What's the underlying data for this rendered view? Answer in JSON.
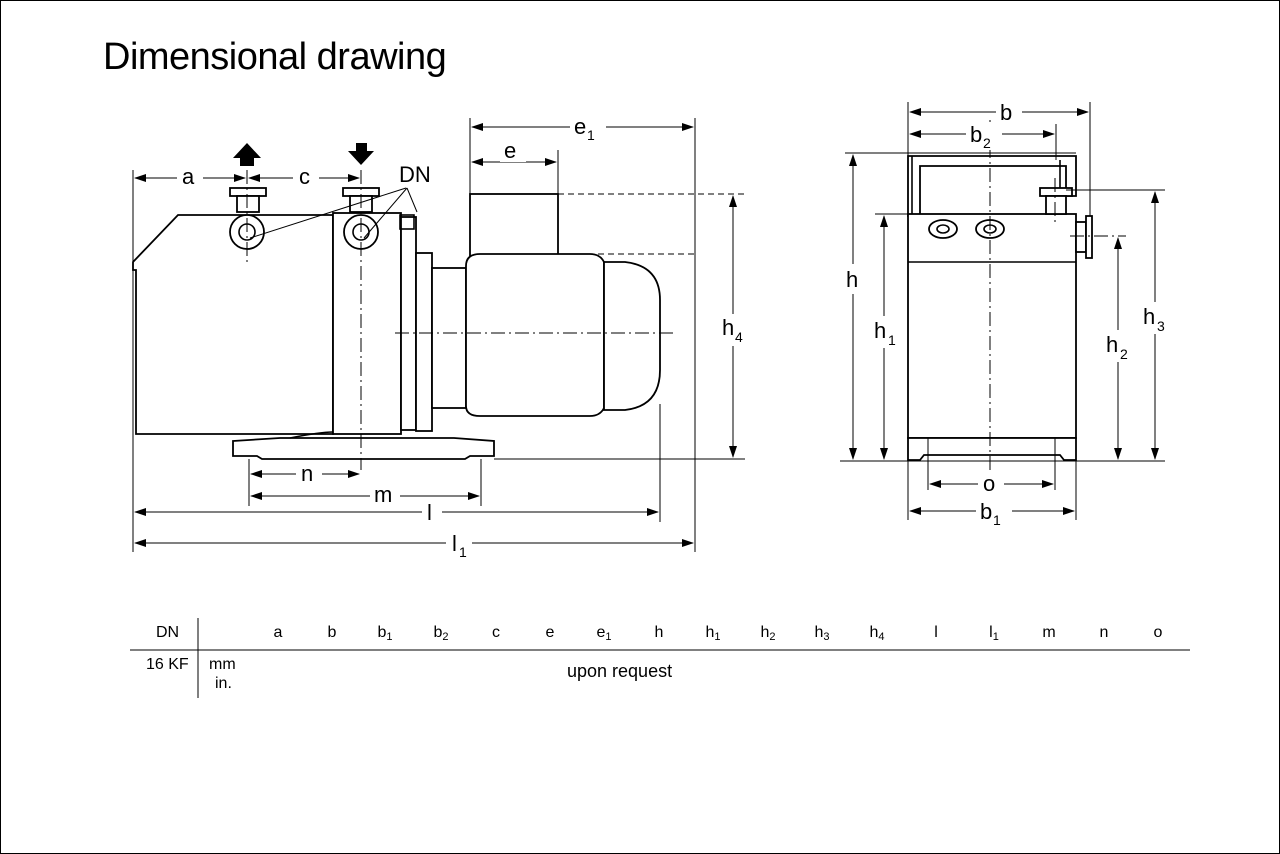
{
  "title": "Dimensional drawing",
  "labels": {
    "a": "a",
    "c": "c",
    "dn": "DN",
    "e": "e",
    "e1": "e",
    "b": "b",
    "b2": "b",
    "h": "h",
    "h1": "h",
    "h2": "h",
    "h3": "h",
    "h4": "h",
    "n": "n",
    "m": "m",
    "l": "l",
    "l1": "l",
    "o": "o",
    "b1": "b",
    "subs": {
      "one": "1",
      "two": "2",
      "three": "3",
      "four": "4"
    }
  },
  "table": {
    "header_first": "DN",
    "columns": [
      {
        "base": "a",
        "sub": ""
      },
      {
        "base": "b",
        "sub": ""
      },
      {
        "base": "b",
        "sub": "1"
      },
      {
        "base": "b",
        "sub": "2"
      },
      {
        "base": "c",
        "sub": ""
      },
      {
        "base": "e",
        "sub": ""
      },
      {
        "base": "e",
        "sub": "1"
      },
      {
        "base": "h",
        "sub": ""
      },
      {
        "base": "h",
        "sub": "1"
      },
      {
        "base": "h",
        "sub": "2"
      },
      {
        "base": "h",
        "sub": "3"
      },
      {
        "base": "h",
        "sub": "4"
      },
      {
        "base": "l",
        "sub": ""
      },
      {
        "base": "l",
        "sub": "1"
      },
      {
        "base": "m",
        "sub": ""
      },
      {
        "base": "n",
        "sub": ""
      },
      {
        "base": "o",
        "sub": ""
      }
    ],
    "row_dn": "16 KF",
    "unit_mm": "mm",
    "unit_in": "in.",
    "note": "upon request"
  }
}
